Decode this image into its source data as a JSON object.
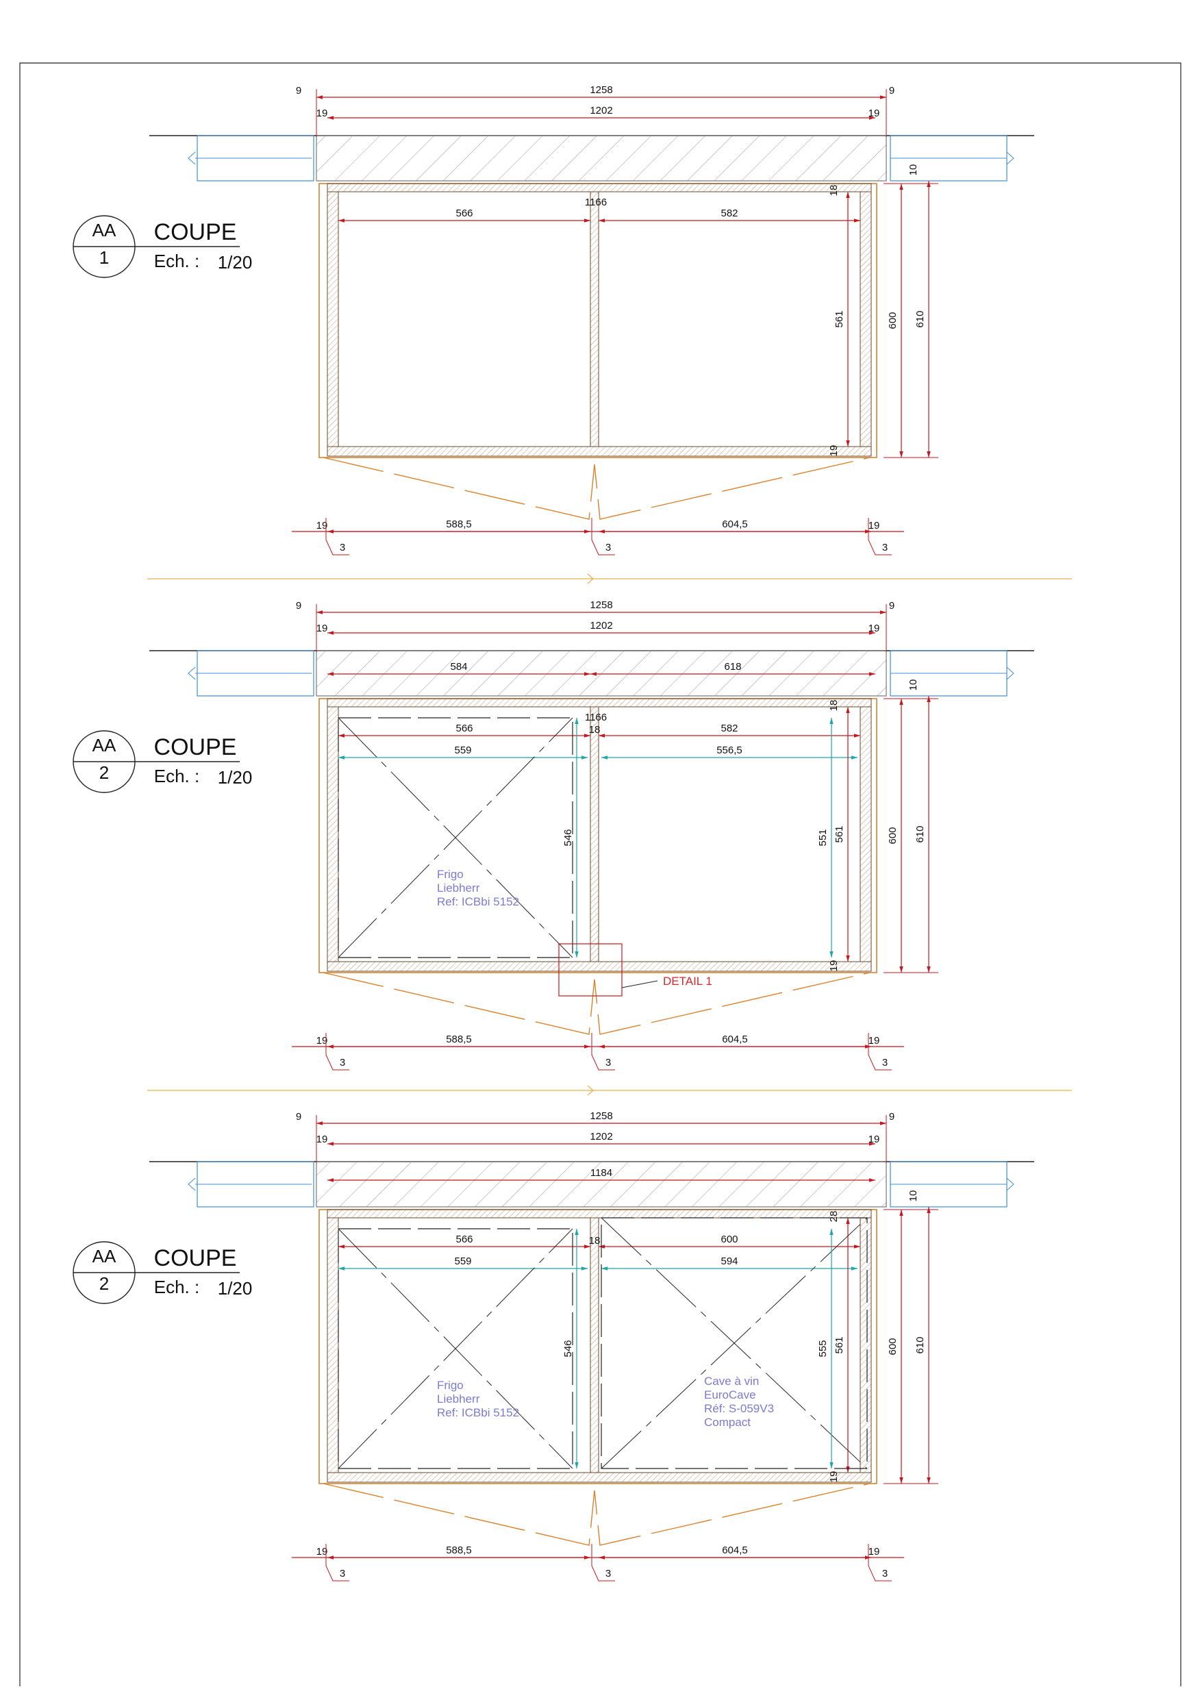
{
  "sections": [
    {
      "bubble_top": "AA",
      "bubble_bottom": "1",
      "title": "COUPE",
      "scale_label": "Ech. :",
      "scale_value": "1/20",
      "overall_width": "1258",
      "edge_left": "9",
      "edge_right": "9",
      "inner_width": "1202",
      "side_left": "19",
      "side_right": "19",
      "counter_width": "",
      "top_seg_left": "",
      "top_seg_right": "",
      "interior_width": "1166",
      "bay_left": "566",
      "bay_right": "582",
      "divider": "",
      "app_left_w": "",
      "app_right_w": "",
      "top_panel": "18",
      "counter_thk": "10",
      "inner_h": "561",
      "carcass_h": "600",
      "total_h": "610",
      "bottom_panel": "19",
      "app_left_h": "",
      "app_right_h": "",
      "note_left": [],
      "note_right": [],
      "detail": "",
      "front_left": "588,5",
      "front_right": "604,5",
      "gap_left": "19",
      "gap_right": "19",
      "gap_small": "3"
    },
    {
      "bubble_top": "AA",
      "bubble_bottom": "2",
      "title": "COUPE",
      "scale_label": "Ech. :",
      "scale_value": "1/20",
      "overall_width": "1258",
      "edge_left": "9",
      "edge_right": "9",
      "inner_width": "1202",
      "side_left": "19",
      "side_right": "19",
      "counter_width": "",
      "top_seg_left": "584",
      "top_seg_right": "618",
      "interior_width": "1166",
      "bay_left": "566",
      "bay_right": "582",
      "divider": "18",
      "app_left_w": "559",
      "app_right_w": "556,5",
      "top_panel": "18",
      "counter_thk": "10",
      "inner_h": "561",
      "carcass_h": "600",
      "total_h": "610",
      "bottom_panel": "19",
      "app_left_h": "546",
      "app_right_h": "551",
      "note_left": [
        "Frigo",
        "Liebherr",
        "Ref: ICBbi 5152"
      ],
      "note_right": [],
      "detail": "DETAIL 1",
      "front_left": "588,5",
      "front_right": "604,5",
      "gap_left": "19",
      "gap_right": "19",
      "gap_small": "3"
    },
    {
      "bubble_top": "AA",
      "bubble_bottom": "2",
      "title": "COUPE",
      "scale_label": "Ech. :",
      "scale_value": "1/20",
      "overall_width": "1258",
      "edge_left": "9",
      "edge_right": "9",
      "inner_width": "1202",
      "side_left": "19",
      "side_right": "19",
      "counter_width": "1184",
      "top_seg_left": "",
      "top_seg_right": "",
      "interior_width": "",
      "bay_left": "566",
      "bay_right": "600",
      "divider": "18",
      "app_left_w": "559",
      "app_right_w": "594",
      "top_panel": "28",
      "counter_thk": "10",
      "inner_h": "561",
      "carcass_h": "600",
      "total_h": "610",
      "bottom_panel": "19",
      "app_left_h": "546",
      "app_right_h": "555",
      "note_left": [
        "Frigo",
        "Liebherr",
        "Ref: ICBbi 5152"
      ],
      "note_right": [
        "Cave à vin",
        "EuroCave",
        "Réf: S-059V3",
        "Compact"
      ],
      "detail": "",
      "front_left": "588,5",
      "front_right": "604,5",
      "gap_left": "19",
      "gap_right": "19",
      "gap_small": "3"
    }
  ],
  "colors": {
    "dimension": "#c8161d",
    "cabinet": "#d9822b",
    "counter": "#777777",
    "wall": "#3d8fd6",
    "appliance_dim": "#1aa8a8",
    "note": "#7b7bd1",
    "outline": "#222222"
  }
}
